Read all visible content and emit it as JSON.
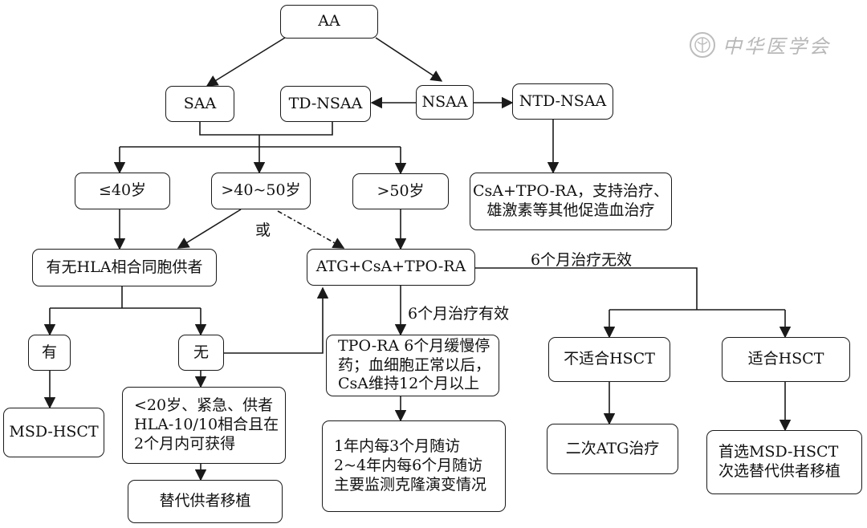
{
  "nodes": {
    "aa": "AA",
    "saa": "SAA",
    "td_nsaa": "TD-NSAA",
    "nsaa": "NSAA",
    "ntd_nsaa": "NTD-NSAA",
    "ntd_treatment": "CsA+TPO-RA，支持治疗、\n雄激素等其他促造血治疗",
    "age_le40": "≤40岁",
    "age_40_50": ">40~50岁",
    "age_gt50": ">50岁",
    "hla_donor": "有无HLA相合同胞供者",
    "atg_regimen": "ATG+CsA+TPO-RA",
    "yes": "有",
    "no": "无",
    "msd_hsct": "MSD-HSCT",
    "alt_criteria": "<20岁、紧急、供者\nHLA-10/10相合且在\n2个月内可获得",
    "alt_transplant": "替代供者移植",
    "tpo_taper": "TPO-RA 6个月缓慢停\n药；血细胞正常以后，\nCsA维持12个月以上",
    "followup": "1年内每3个月随访\n2~4年内每6个月随访\n主要监测克隆演变情况",
    "unsuitable_hsct": "不适合HSCT",
    "suitable_hsct": "适合HSCT",
    "second_atg": "二次ATG治疗",
    "first_choice": "首选MSD-HSCT\n次选替代供者移植"
  },
  "edge_labels": {
    "or": "或",
    "effective_6m": "6个月治疗有效",
    "ineffective_6m": "6个月治疗无效"
  },
  "watermark": {
    "text": "中华医学会",
    "icon": "society-emblem-icon"
  }
}
